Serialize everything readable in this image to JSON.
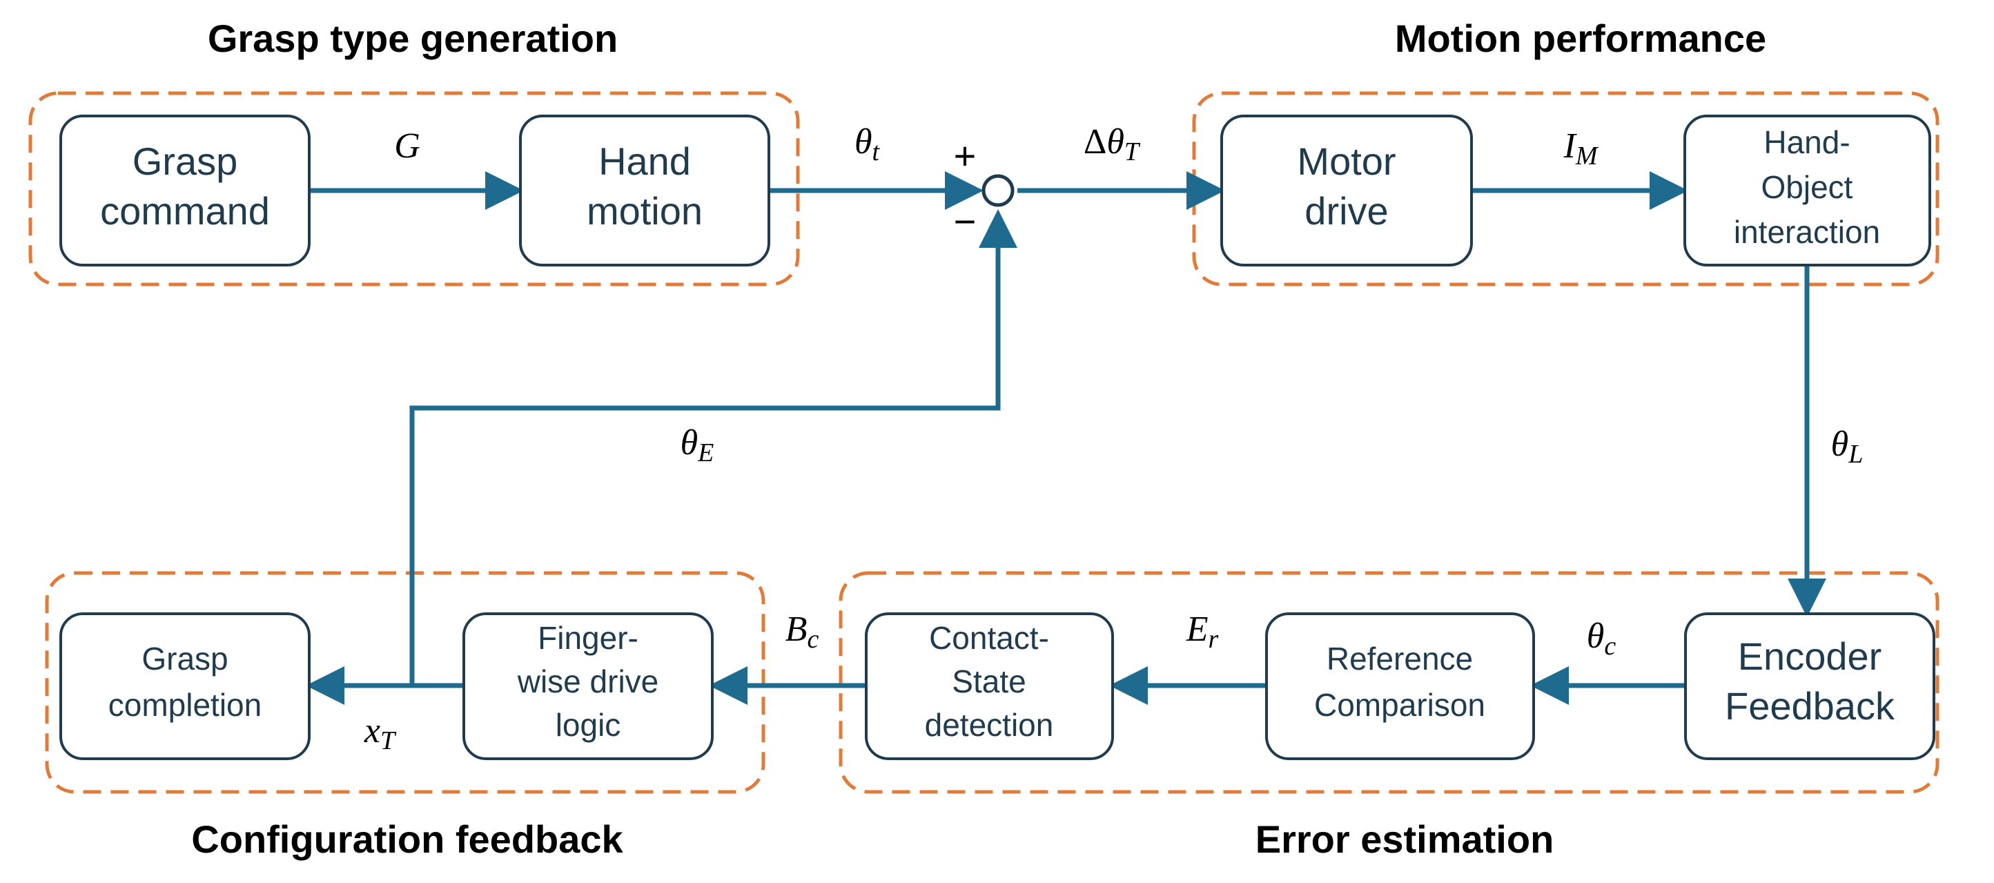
{
  "groups": {
    "grasp_type_generation": "Grasp type generation",
    "motion_performance": "Motion performance",
    "configuration_feedback": "Configuration feedback",
    "error_estimation": "Error estimation"
  },
  "blocks": {
    "grasp_command": [
      "Grasp",
      "command"
    ],
    "hand_motion": [
      "Hand",
      "motion"
    ],
    "motor_drive": [
      "Motor",
      "drive"
    ],
    "hand_object_interaction": [
      "Hand-",
      "Object",
      "interaction"
    ],
    "encoder_feedback": [
      "Encoder",
      "Feedback"
    ],
    "reference_comparison": [
      "Reference",
      "Comparison"
    ],
    "contact_state_detection": [
      "Contact-",
      "State",
      "detection"
    ],
    "finger_wise_drive_logic": [
      "Finger-",
      "wise drive",
      "logic"
    ],
    "grasp_completion": [
      "Grasp",
      "completion"
    ]
  },
  "signals": {
    "G": {
      "main": "G",
      "sub": ""
    },
    "theta_t": {
      "main": "θ",
      "sub": "t"
    },
    "delta_theta_T": {
      "prefix": "Δ",
      "main": "θ",
      "sub": "T"
    },
    "I_M": {
      "main": "I",
      "sub": "M"
    },
    "theta_L": {
      "main": "θ",
      "sub": "L"
    },
    "theta_c": {
      "main": "θ",
      "sub": "c"
    },
    "E_r": {
      "main": "E",
      "sub": "r"
    },
    "B_c": {
      "main": "B",
      "sub": "c"
    },
    "x_T": {
      "main": "x",
      "sub": "T"
    },
    "theta_E": {
      "main": "θ",
      "sub": "E"
    }
  },
  "summing_junction": {
    "plus": "+",
    "minus": "−"
  },
  "colors": {
    "frame": "#e07b39",
    "wire": "#1e6b8f",
    "block_border": "#1f3b4d",
    "text": "#1f3b4d"
  }
}
